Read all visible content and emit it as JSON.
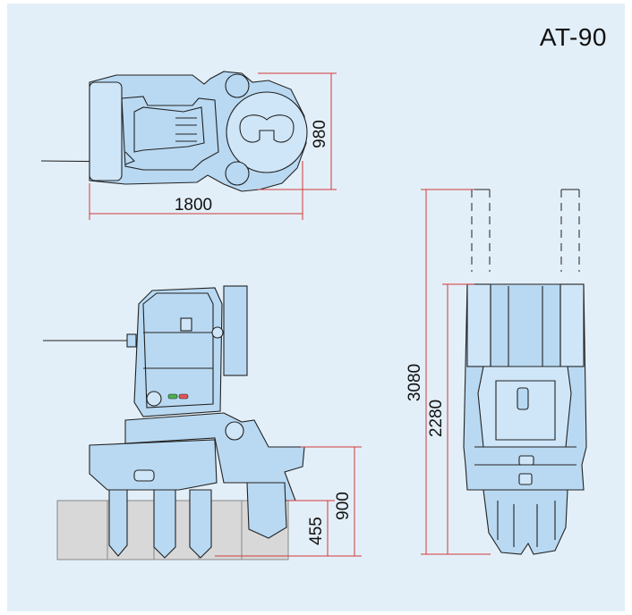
{
  "model": "AT-90",
  "dimensions": {
    "top_width": "980",
    "top_length": "1800",
    "side_height_a": "900",
    "side_height_b": "455",
    "front_height_a": "3080",
    "front_height_b": "2280"
  },
  "colors": {
    "panel": "#e3eff8",
    "machine": "#b9d9f2",
    "dimension_line": "#d23a3a"
  }
}
